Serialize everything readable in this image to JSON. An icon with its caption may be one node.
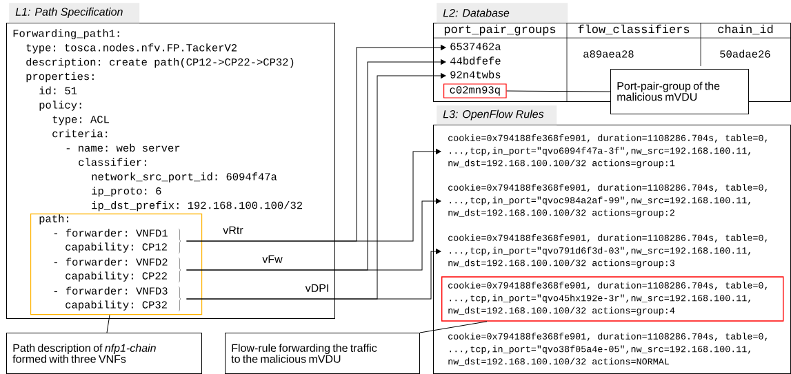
{
  "diagram": {
    "nodes": [
      {
        "text": [
          "L1: Path Specification",
          "Forwarding_path1:",
          "type: tosca.nodes.nfv.FP.TackerV2",
          "description: create path(CP12->CP22->CP32)",
          "properties:",
          "id: 51",
          "policy:",
          "type: ACL",
          "criteria:",
          "- name: web server",
          "classifier:",
          "network_src_port_id: 6094f47a",
          "ip_proto: 6",
          "ip_dst_prefix: 192.168.100.100/32"
        ]
      },
      {
        "text": [
          "path:"
        ],
        "in": 0
      },
      {
        "text": [
          "- forwarder: VNFD1",
          "capability: CP12"
        ],
        "in": 1
      },
      {
        "text": [
          "- forwarder: VNFD2",
          "capability: CP22"
        ],
        "in": 1
      },
      {
        "text": [
          "- forwarder: VNFD3",
          "capability: CP32"
        ],
        "in": 1
      },
      {
        "text": [
          "L2: Database"
        ]
      },
      {
        "text": [
          "6537462a"
        ],
        "in": 5
      },
      {
        "text": [
          "44bdfefe"
        ],
        "in": 5
      },
      {
        "text": [
          "92n4twbs"
        ],
        "in": 5
      },
      {
        "text": [
          "c02mn93q"
        ],
        "in": 5
      },
      {
        "text": [
          "Port-pair-group of the malicious mVDU"
        ]
      },
      {
        "text": [
          "L3: OpenFlow Rules"
        ]
      },
      {
        "text": [
          "cookie=0x794188fe368fe901, duration=1108286.704s, table=0,",
          "...,tcp,in_port=\"qvo6094f47a-3f\",nw_src=192.168.100.11,",
          "nw_dst=192.168.100.100/32 actions=group:1"
        ],
        "in": 11
      },
      {
        "text": [
          "cookie=0x794188fe368fe901, duration=1108286.704s, table=0,",
          "...,tcp,in_port=\"qvoc984a2af-99\",nw_src=192.168.100.11,",
          "nw_dst=192.168.100.100/32 actions=group:2"
        ],
        "in": 11
      },
      {
        "text": [
          "cookie=0x794188fe368fe901, duration=1108286.704s, table=0,",
          "...,tcp,in_port=\"qvo791d6f3d-03\",nw_src=192.168.100.11,",
          "nw_dst=192.168.100.100/32 actions=group:3"
        ],
        "in": 11
      },
      {
        "text": [
          "cookie=0x794188fe368fe901, duration=1108286.704s, table=0,",
          "...,tcp,in_port=\"qvo45hx192e-3r\",nw_src=192.168.100.11,",
          "nw_dst=192.168.100.100/32 actions=group:4"
        ],
        "in": 11
      },
      {
        "text": [
          "cookie=0x794188fe368fe901, duration=1108286.704s, table=0,",
          "...,tcp,in_port=\"qvo38f05a4e-05\",nw_src=192.168.100.11,",
          "nw_dst=192.168.100.100/32 actions=NORMAL"
        ],
        "in": 11
      },
      {
        "text": [
          "Path description of *nfp1-chain* formed with three VNFs"
        ]
      },
      {
        "text": [
          "Flow-rule forwarding the traffic to the malicious mVDU"
        ]
      }
    ],
    "edges": [
      {
        "from": 2,
        "to": 6,
        "arrow": "to",
        "label": "vRtr"
      },
      {
        "from": 2,
        "to": 12,
        "arrow": "to"
      },
      {
        "from": 3,
        "to": 7,
        "arrow": "to",
        "label": "vFw"
      },
      {
        "from": 3,
        "to": 13,
        "arrow": "to"
      },
      {
        "from": 4,
        "to": 8,
        "arrow": "to",
        "label": "vDPI"
      },
      {
        "from": 4,
        "to": 14,
        "arrow": "to"
      },
      {
        "from": 10,
        "to": 9,
        "arrow": "none"
      },
      {
        "from": 17,
        "to": 1,
        "arrow": "none"
      },
      {
        "from": 18,
        "to": 15,
        "arrow": "none"
      }
    ],
    "labels": [
      "port_pair_groups",
      "flow_classifiers",
      "chain_id",
      "a89aea28",
      "50adae26"
    ]
  }
}
